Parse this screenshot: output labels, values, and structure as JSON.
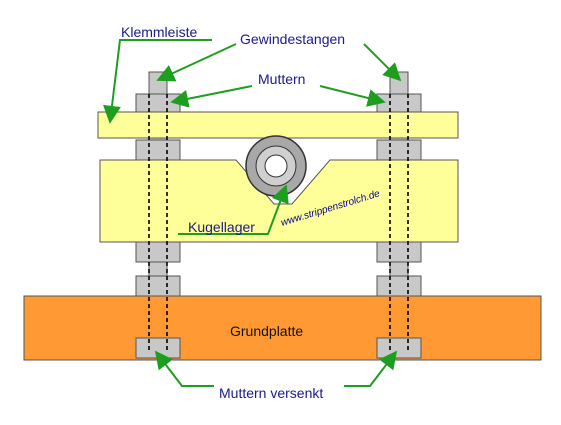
{
  "labels": {
    "clamp_bar": "Klemmleiste",
    "threaded_rods": "Gewindestangen",
    "nuts": "Muttern",
    "ball_bearing": "Kugellager",
    "base_plate": "Grundplatte",
    "countersunk_nuts": "Muttern versenkt",
    "watermark": "www.strippenstrolch.de"
  },
  "colors": {
    "clamp_bar": "#ffff99",
    "block": "#ffff99",
    "base_plate": "#ff9933",
    "nut": "#c8c8c8",
    "rod": "#c8c8c8",
    "bearing": "#a8a8a8",
    "arrow": "#1e9e1e",
    "text": "#1a1a8c"
  }
}
